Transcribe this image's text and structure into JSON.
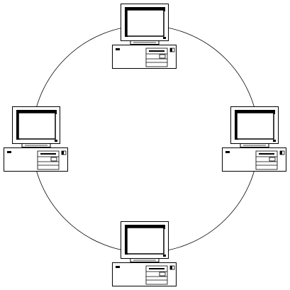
{
  "diagram": {
    "topology": "ring",
    "nodes": [
      {
        "id": "node-top",
        "icon": "desktop-computer-icon"
      },
      {
        "id": "node-right",
        "icon": "desktop-computer-icon"
      },
      {
        "id": "node-bottom",
        "icon": "desktop-computer-icon"
      },
      {
        "id": "node-left",
        "icon": "desktop-computer-icon"
      }
    ],
    "connections": [
      [
        "node-top",
        "node-right"
      ],
      [
        "node-right",
        "node-bottom"
      ],
      [
        "node-bottom",
        "node-left"
      ],
      [
        "node-left",
        "node-top"
      ]
    ],
    "colors": {
      "stroke": "#000000",
      "fill": "#ffffff"
    }
  }
}
